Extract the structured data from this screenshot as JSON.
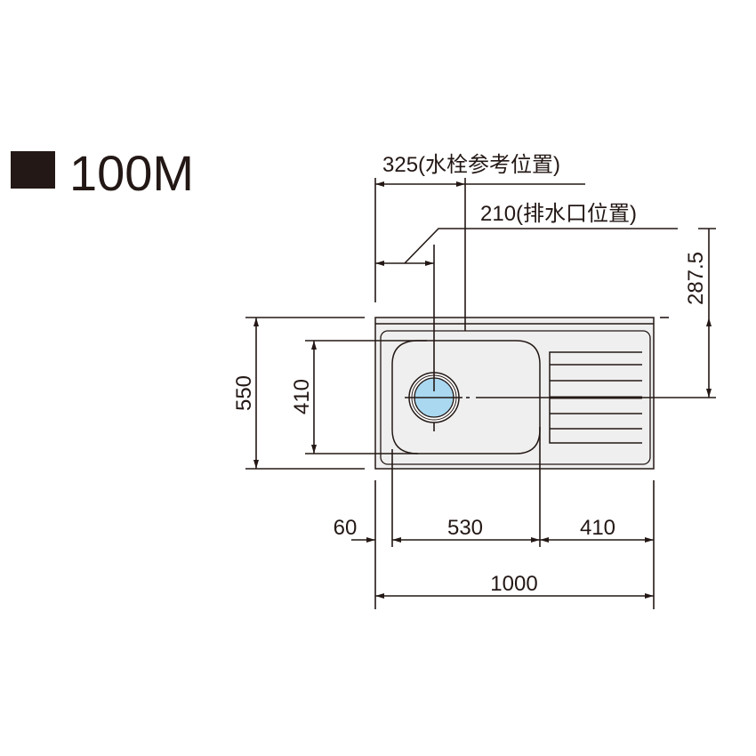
{
  "title": {
    "model": "100M"
  },
  "dimensions": {
    "faucet": "325(水栓参考位置)",
    "drain": "210(排水口位置)",
    "drain_depth": "287.5",
    "total_depth": "550",
    "bowl_depth": "410",
    "left_margin": "60",
    "bowl_width": "530",
    "drainboard_width": "410",
    "total_width": "1000"
  },
  "colors": {
    "ink": "#231815",
    "drain": "#a9d8f0",
    "sink": "#efefef"
  }
}
